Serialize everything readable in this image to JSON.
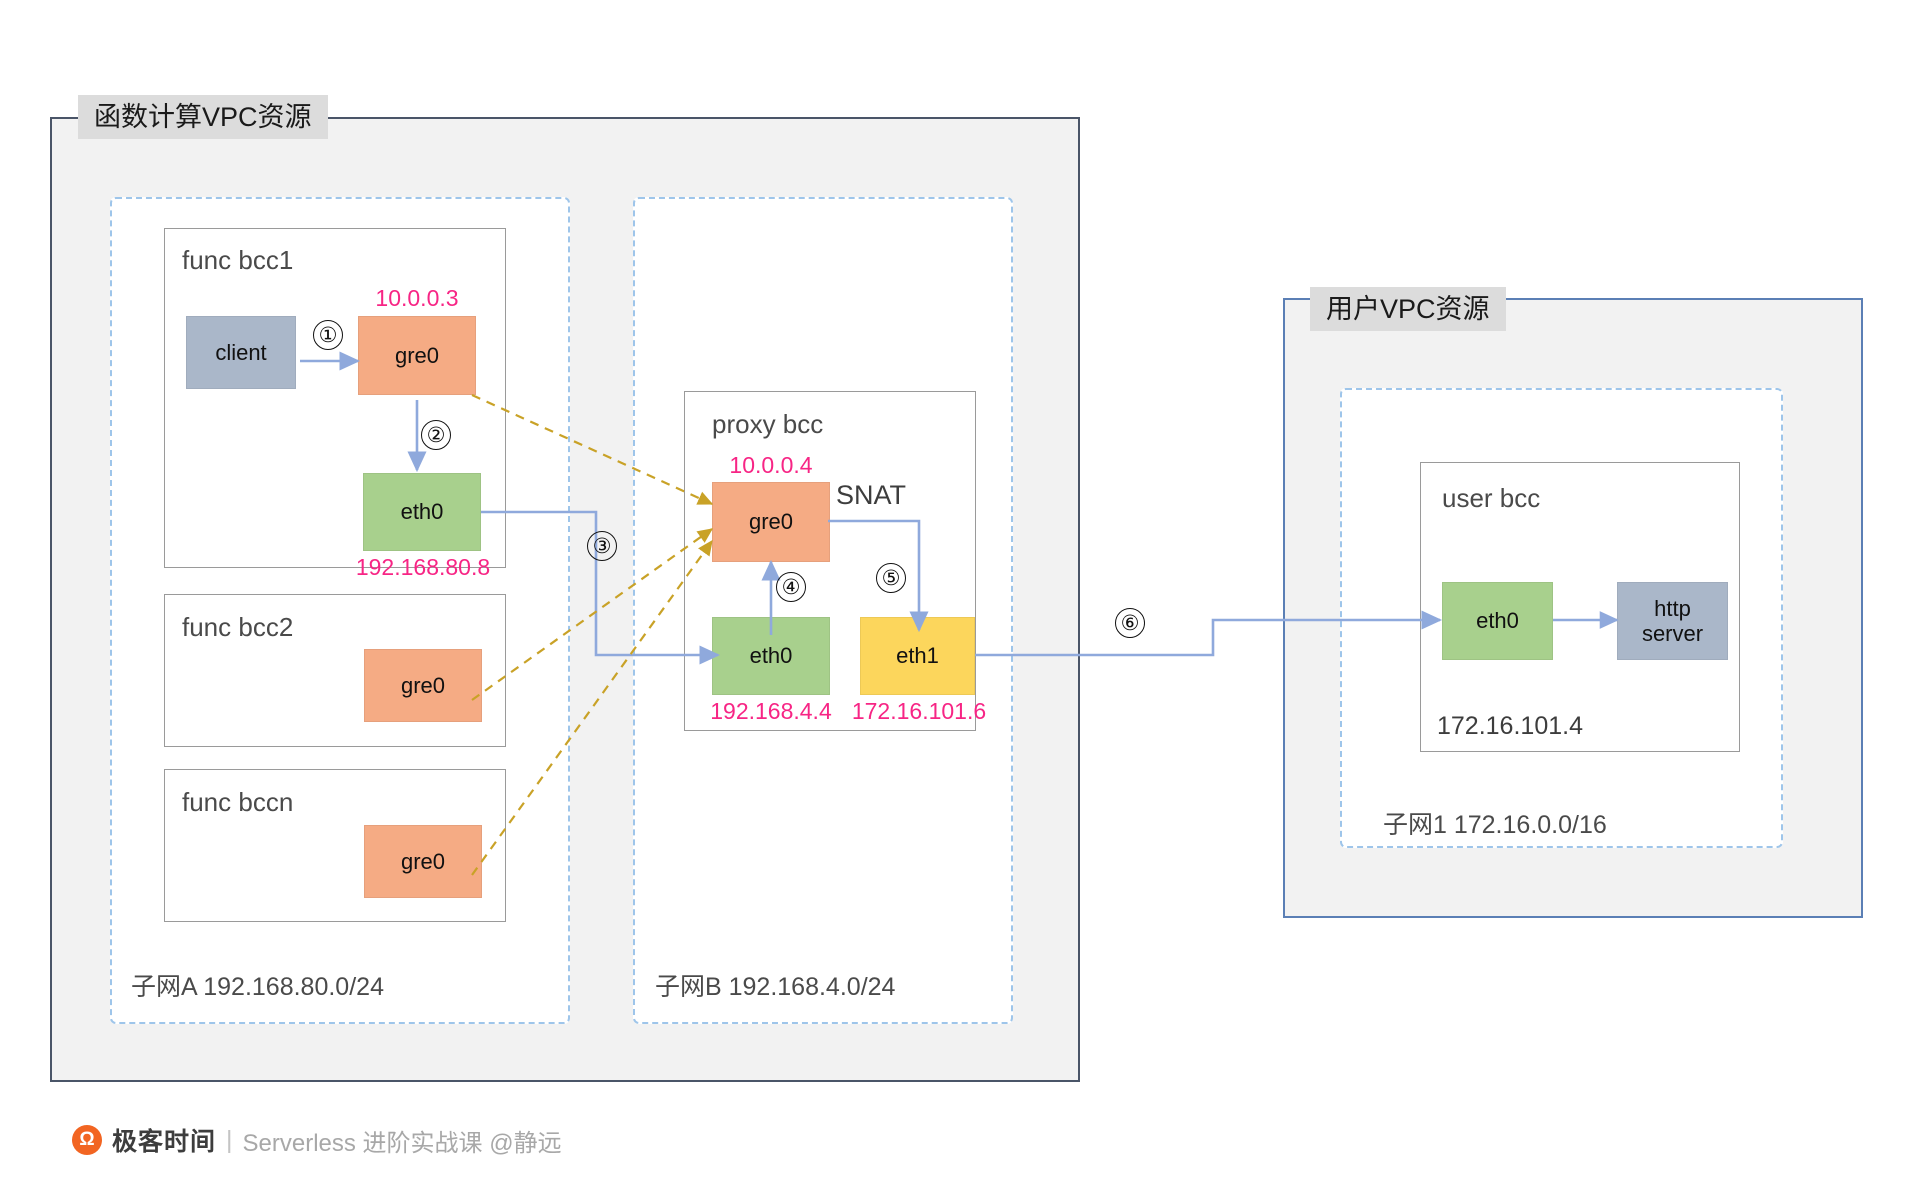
{
  "diagram": {
    "fc_vpc": {
      "title": "函数计算VPC资源",
      "subnet_a": {
        "label": "子网A 192.168.80.0/24",
        "hosts": [
          {
            "title": "func bcc1",
            "client": "client",
            "gre0": "gre0",
            "gre0_ip": "10.0.0.3",
            "eth0": "eth0",
            "eth0_ip": "192.168.80.8"
          },
          {
            "title": "func bcc2",
            "gre0": "gre0"
          },
          {
            "title": "func bccn",
            "gre0": "gre0"
          }
        ]
      },
      "subnet_b": {
        "label": "子网B 192.168.4.0/24",
        "host": {
          "title": "proxy bcc",
          "gre0": "gre0",
          "gre0_ip": "10.0.0.4",
          "eth0": "eth0",
          "eth0_ip": "192.168.4.4",
          "eth1": "eth1",
          "eth1_ip": "172.16.101.6",
          "snat": "SNAT"
        }
      }
    },
    "user_vpc": {
      "title": "用户VPC资源",
      "subnet": {
        "label": "子网1 172.16.0.0/16",
        "host": {
          "title": "user bcc",
          "eth0": "eth0",
          "http_server_line1": "http",
          "http_server_line2": "server",
          "ip": "172.16.101.4"
        }
      }
    },
    "steps": [
      "①",
      "②",
      "③",
      "④",
      "⑤",
      "⑥"
    ]
  },
  "footer": {
    "logo_glyph": "Ω",
    "brand": "极客时间",
    "separator": "|",
    "text": "Serverless 进阶实战课 @静远"
  },
  "colors": {
    "gre": "#f5ab84",
    "eth": "#a8d08d",
    "eth1": "#fcd65c",
    "gray_node": "#aab7c9",
    "ip_text": "#f72585",
    "panel_bg": "#f2f2f2",
    "panel_border": "#4a5568",
    "user_panel_border": "#5b7fb5",
    "subnet_border": "#9ec5ea",
    "arrow_blue": "#8fa9dc",
    "tunnel_gold": "#c9a227"
  }
}
